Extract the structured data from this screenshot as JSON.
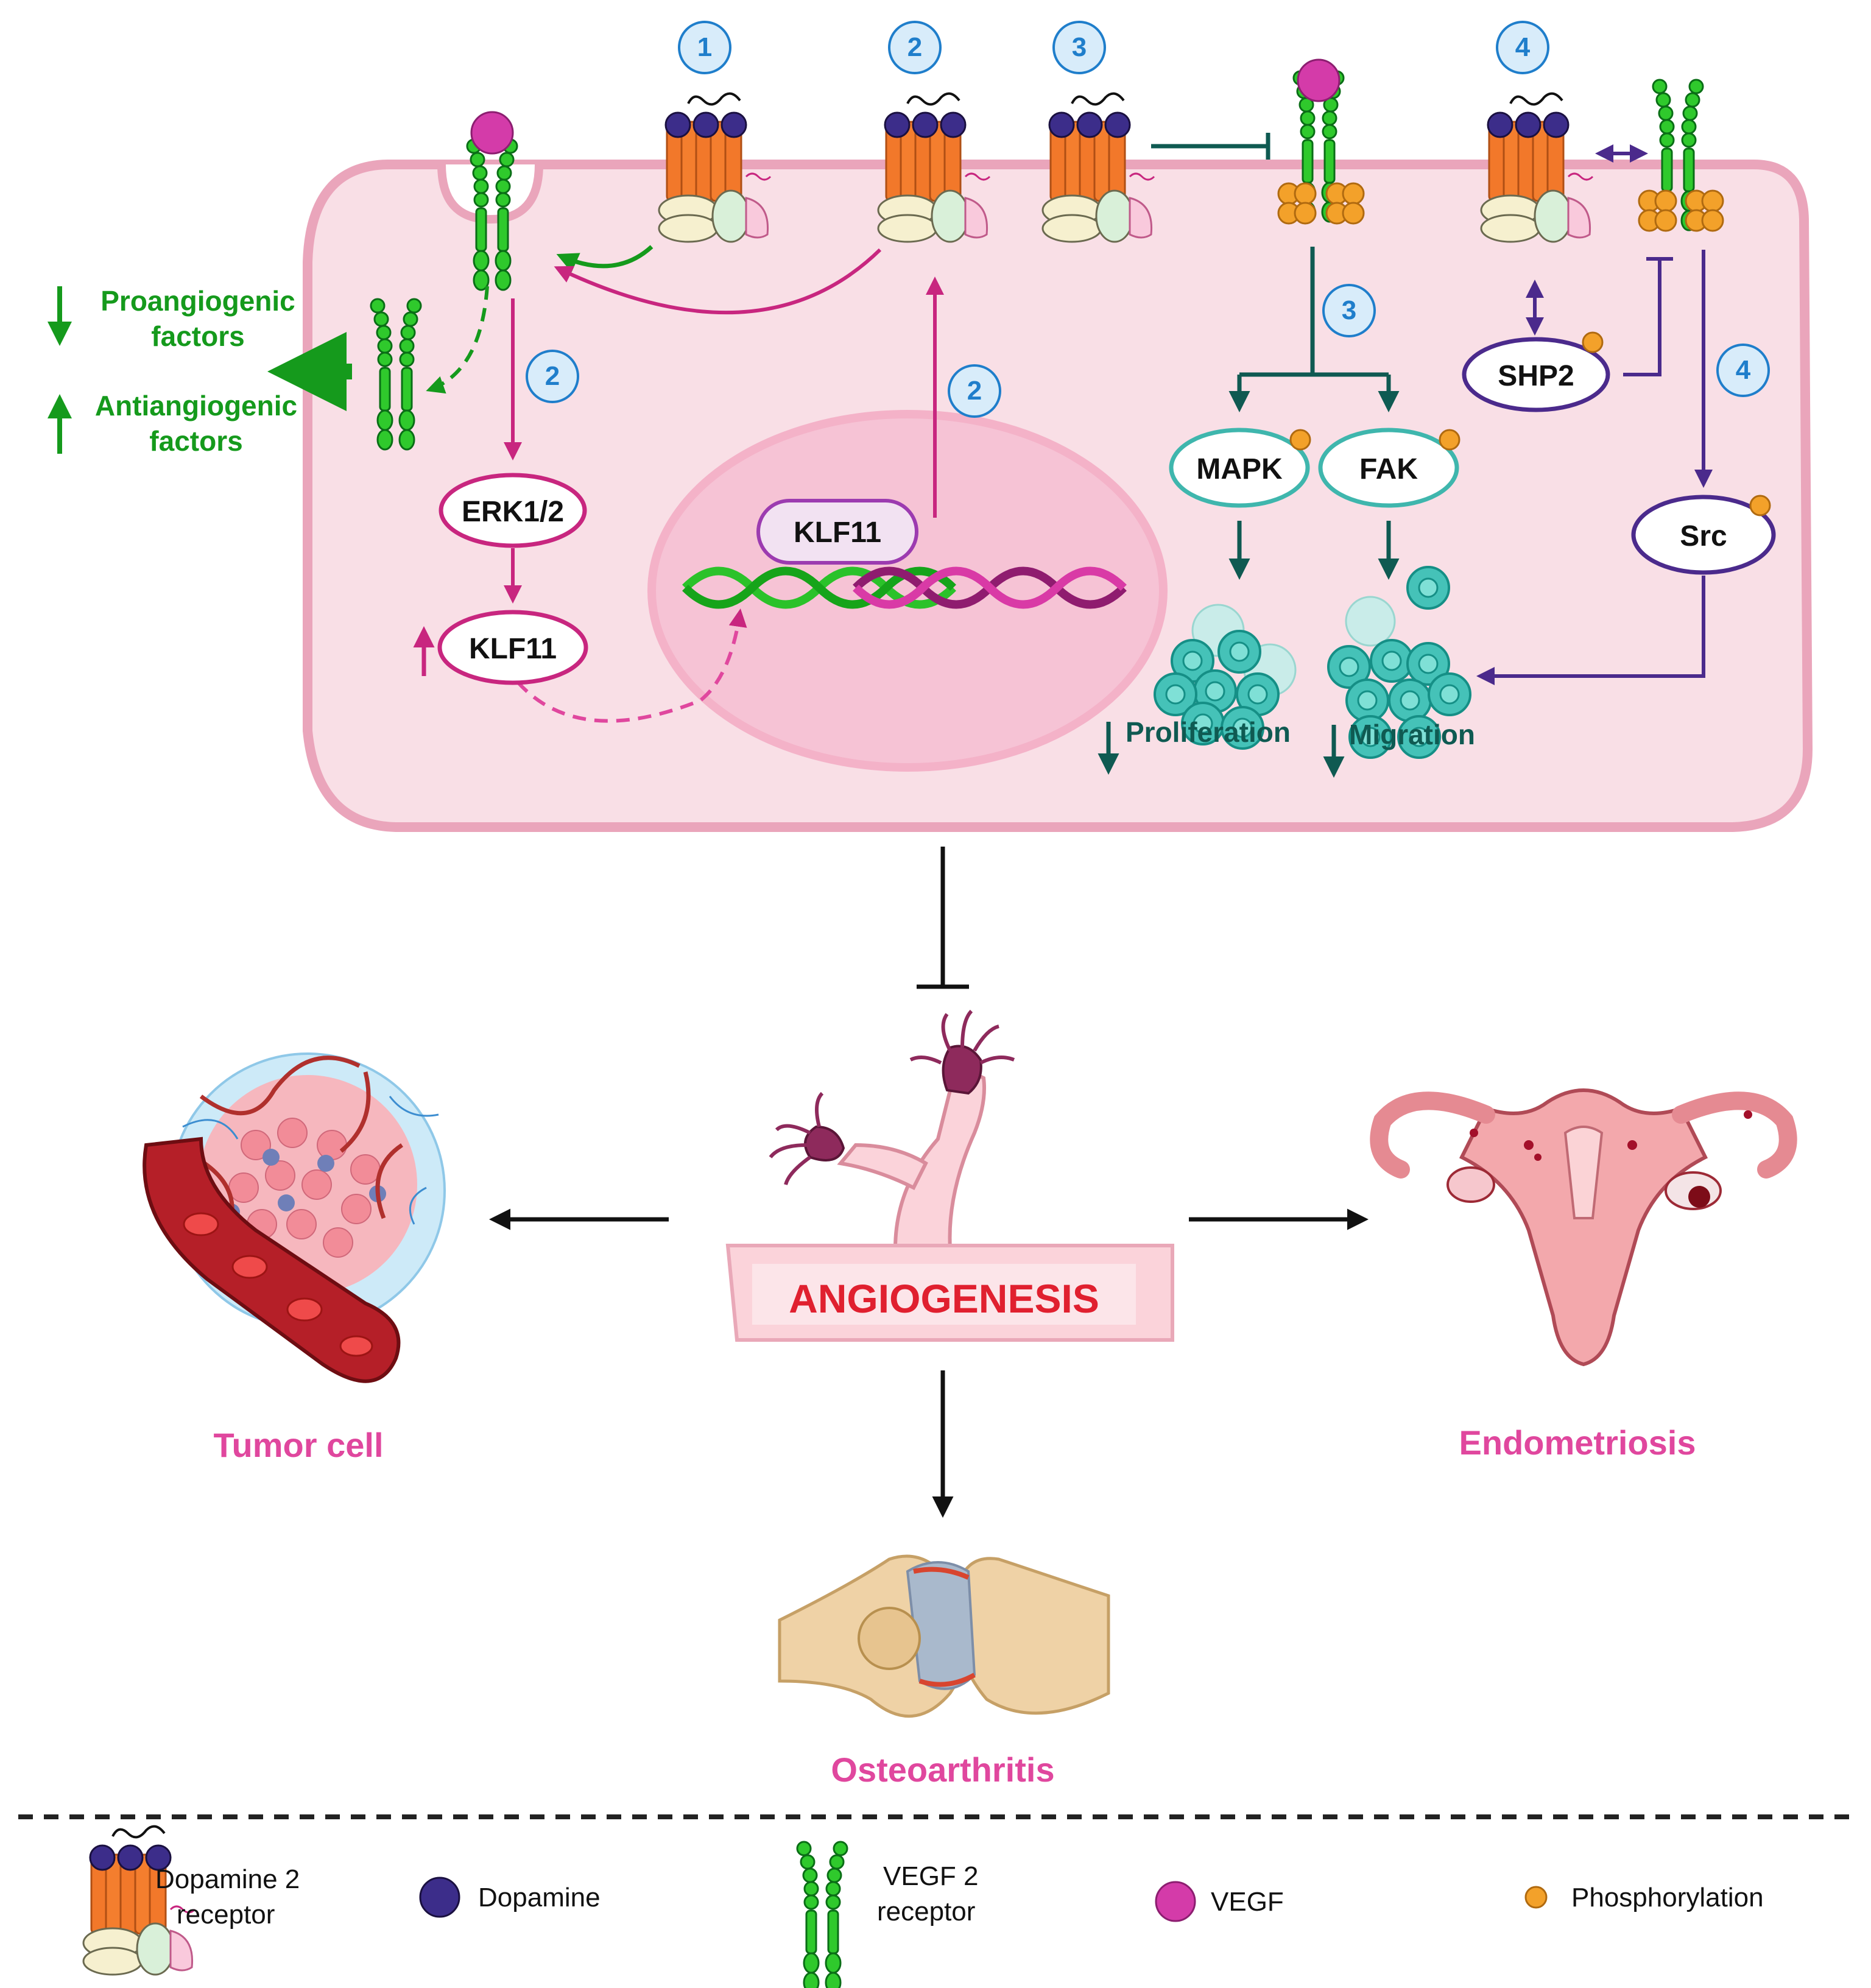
{
  "colors": {
    "cell_fill": "#f9dfe6",
    "cell_border": "#e8a9bd",
    "nucleus": "#f6c3d5",
    "magenta": "#c8267f",
    "green": "#159a1c",
    "teal": "#0f5a52",
    "teal_light": "#3fb6ad",
    "purple": "#4b2a8c",
    "badge_text": "#1f7ecb",
    "badge_fill": "#d8ecfa",
    "title_red": "#e0202f",
    "label_pink": "#e0479e",
    "receptor_orange": "#f2782a",
    "dopamine": "#3c2d8a",
    "vegf": "#d43ba9",
    "phospho": "#f3a12a"
  },
  "badges": {
    "b1": "1",
    "b2a": "2",
    "b2b": "2",
    "b2c": "2",
    "b3a": "3",
    "b3b": "3",
    "b4a": "4",
    "b4b": "4"
  },
  "effects": {
    "proangiogenic_line1": "Proangiogenic",
    "proangiogenic_line2": "factors",
    "antiangiogenic_line1": "Antiangiogenic",
    "antiangiogenic_line2": "factors"
  },
  "nodes": {
    "erk": "ERK1/2",
    "klf11_cyto": "KLF11",
    "klf11_nucleus": "KLF11",
    "mapk": "MAPK",
    "fak": "FAK",
    "shp2": "SHP2",
    "src": "Src"
  },
  "outcomes": {
    "proliferation": "Proliferation",
    "migration": "Migration"
  },
  "center": {
    "angiogenesis": "ANGIOGENESIS"
  },
  "diseases": {
    "tumor": "Tumor cell",
    "endometriosis": "Endometriosis",
    "osteoarthritis": "Osteoarthritis"
  },
  "legend": {
    "d2r_line1": "Dopamine 2",
    "d2r_line2": "receptor",
    "dopamine": "Dopamine",
    "vegfr_line1": "VEGF 2",
    "vegfr_line2": "receptor",
    "vegf": "VEGF",
    "phospho": "Phosphorylation"
  }
}
